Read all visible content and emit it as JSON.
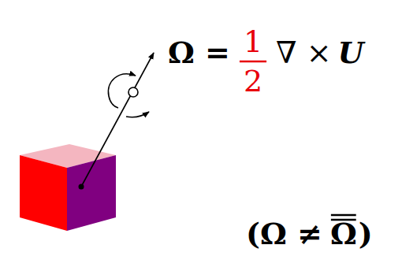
{
  "diagram": {
    "labels": [
      "Ω =",
      "1",
      "2",
      "∇ ×",
      "U",
      "(Ω ≠",
      "Ω",
      ")"
    ]
  }
}
